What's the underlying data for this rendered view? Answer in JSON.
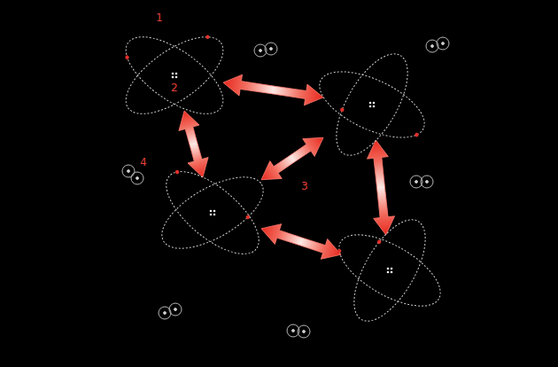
{
  "diagram": {
    "nodes": [
      {
        "text": [
          "1",
          "2"
        ]
      },
      {
        "text": []
      },
      {
        "text": []
      },
      {
        "text": []
      }
    ],
    "edges": [
      {
        "from": 0,
        "to": 1,
        "arrow": "both"
      },
      {
        "from": 0,
        "to": 2,
        "arrow": "both"
      },
      {
        "from": 1,
        "to": 3,
        "arrow": "both"
      },
      {
        "from": 2,
        "to": 1,
        "arrow": "both"
      },
      {
        "from": 2,
        "to": 3,
        "arrow": "both"
      }
    ],
    "labels": [
      "3",
      "4"
    ]
  }
}
